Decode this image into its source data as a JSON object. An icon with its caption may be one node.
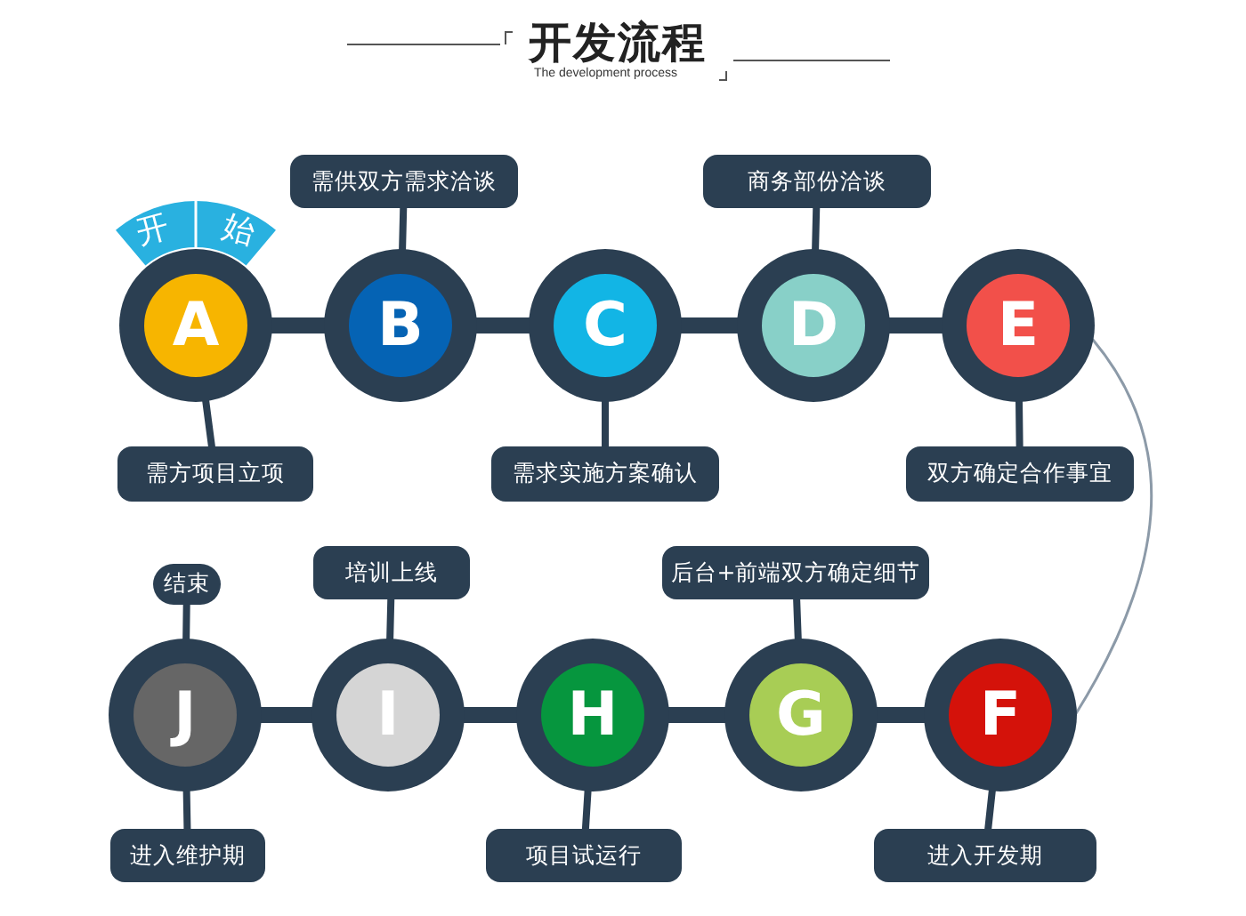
{
  "diagram": {
    "title": "开发流程",
    "nodes": [
      {
        "text": [
          "开",
          "始"
        ]
      },
      {
        "text": [
          "需供双方需求洽谈"
        ]
      },
      {
        "text": [
          "商务部份洽谈"
        ]
      },
      {
        "text": [
          "A"
        ]
      },
      {
        "text": [
          "B"
        ]
      },
      {
        "text": [
          "C"
        ]
      },
      {
        "text": [
          "D"
        ]
      },
      {
        "text": [
          "E"
        ]
      },
      {
        "text": [
          "需方项目立项"
        ]
      },
      {
        "text": [
          "需求实施方案确认"
        ]
      },
      {
        "text": [
          "双方确定合作事宜"
        ]
      },
      {
        "text": [
          "结束"
        ]
      },
      {
        "text": [
          "培训上线"
        ]
      },
      {
        "text": [
          "后台+前端双方确定细节"
        ]
      },
      {
        "text": [
          "J"
        ]
      },
      {
        "text": [
          "I"
        ]
      },
      {
        "text": [
          "H"
        ]
      },
      {
        "text": [
          "G"
        ]
      },
      {
        "text": [
          "F"
        ]
      },
      {
        "text": [
          "进入维护期"
        ]
      },
      {
        "text": [
          "项目试运行"
        ]
      },
      {
        "text": [
          "进入开发期"
        ]
      }
    ],
    "edges": [
      {
        "from": 3,
        "to": 4,
        "arrow": "none",
        "style": "thick"
      },
      {
        "from": 4,
        "to": 5,
        "arrow": "none",
        "style": "thick"
      },
      {
        "from": 5,
        "to": 6,
        "arrow": "none",
        "style": "thick"
      },
      {
        "from": 6,
        "to": 7,
        "arrow": "none",
        "style": "thick"
      },
      {
        "from": 7,
        "to": 18,
        "arrow": "none",
        "color": "#8c9aa8"
      },
      {
        "from": 18,
        "to": 17,
        "arrow": "none",
        "style": "thick"
      },
      {
        "from": 17,
        "to": 16,
        "arrow": "none",
        "style": "thick"
      },
      {
        "from": 16,
        "to": 15,
        "arrow": "none",
        "style": "thick"
      },
      {
        "from": 15,
        "to": 14,
        "arrow": "none",
        "style": "thick"
      },
      {
        "from": 1,
        "to": 4,
        "arrow": "none"
      },
      {
        "from": 2,
        "to": 6,
        "arrow": "none"
      },
      {
        "from": 3,
        "to": 8,
        "arrow": "none"
      },
      {
        "from": 5,
        "to": 9,
        "arrow": "none"
      },
      {
        "from": 7,
        "to": 10,
        "arrow": "none"
      },
      {
        "from": 11,
        "to": 14,
        "arrow": "none"
      },
      {
        "from": 12,
        "to": 15,
        "arrow": "none"
      },
      {
        "from": 13,
        "to": 17,
        "arrow": "none"
      },
      {
        "from": 14,
        "to": 19,
        "arrow": "none"
      },
      {
        "from": 16,
        "to": 20,
        "arrow": "none"
      },
      {
        "from": 18,
        "to": 21,
        "arrow": "none"
      }
    ],
    "labels": [
      "The development process"
    ]
  }
}
